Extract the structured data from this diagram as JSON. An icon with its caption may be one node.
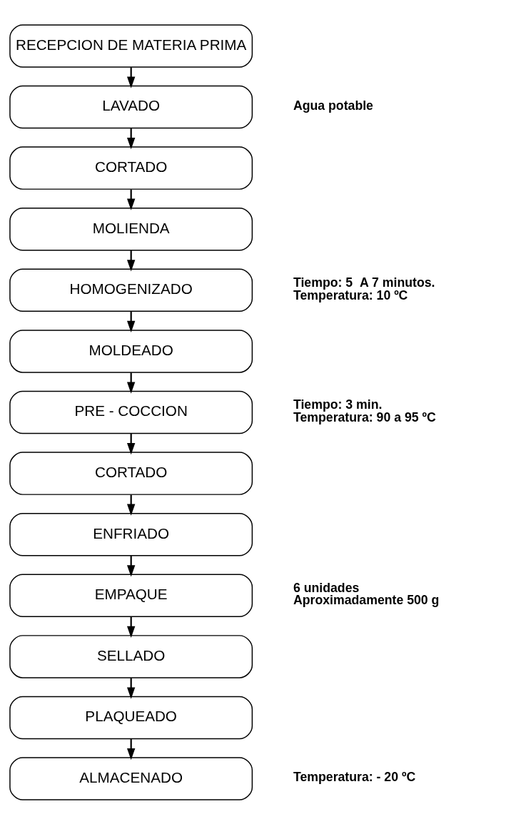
{
  "diagram": {
    "nodes": [
      {
        "text": [
          "RECEPCION DE MATERIA PRIMA"
        ]
      },
      {
        "text": [
          "LAVADO"
        ],
        "beside": [
          "Agua potable"
        ]
      },
      {
        "text": [
          "CORTADO"
        ]
      },
      {
        "text": [
          "MOLIENDA"
        ]
      },
      {
        "text": [
          "HOMOGENIZADO"
        ],
        "beside": [
          "Tiempo: 5  A 7 minutos.",
          "Temperatura: 10 ºC"
        ]
      },
      {
        "text": [
          "MOLDEADO"
        ]
      },
      {
        "text": [
          "PRE - COCCION"
        ],
        "beside": [
          "Tiempo: 3 min.",
          "Temperatura: 90 a 95 ºC"
        ]
      },
      {
        "text": [
          "CORTADO"
        ]
      },
      {
        "text": [
          "ENFRIADO"
        ]
      },
      {
        "text": [
          "EMPAQUE"
        ],
        "beside": [
          "6 unidades",
          "Aproximadamente 500 g"
        ]
      },
      {
        "text": [
          "SELLADO"
        ]
      },
      {
        "text": [
          "PLAQUEADO"
        ]
      },
      {
        "text": [
          "ALMACENADO"
        ],
        "beside": [
          "Temperatura: - 20 ºC"
        ]
      }
    ],
    "edges": [
      {
        "from": 0,
        "to": 1,
        "arrow": "to"
      },
      {
        "from": 1,
        "to": 2,
        "arrow": "to"
      },
      {
        "from": 2,
        "to": 3,
        "arrow": "to"
      },
      {
        "from": 3,
        "to": 4,
        "arrow": "to"
      },
      {
        "from": 4,
        "to": 5,
        "arrow": "to"
      },
      {
        "from": 5,
        "to": 6,
        "arrow": "to"
      },
      {
        "from": 6,
        "to": 7,
        "arrow": "to"
      },
      {
        "from": 7,
        "to": 8,
        "arrow": "to"
      },
      {
        "from": 8,
        "to": 9,
        "arrow": "to"
      },
      {
        "from": 9,
        "to": 10,
        "arrow": "to"
      },
      {
        "from": 10,
        "to": 11,
        "arrow": "to"
      },
      {
        "from": 11,
        "to": 12,
        "arrow": "to"
      }
    ]
  }
}
